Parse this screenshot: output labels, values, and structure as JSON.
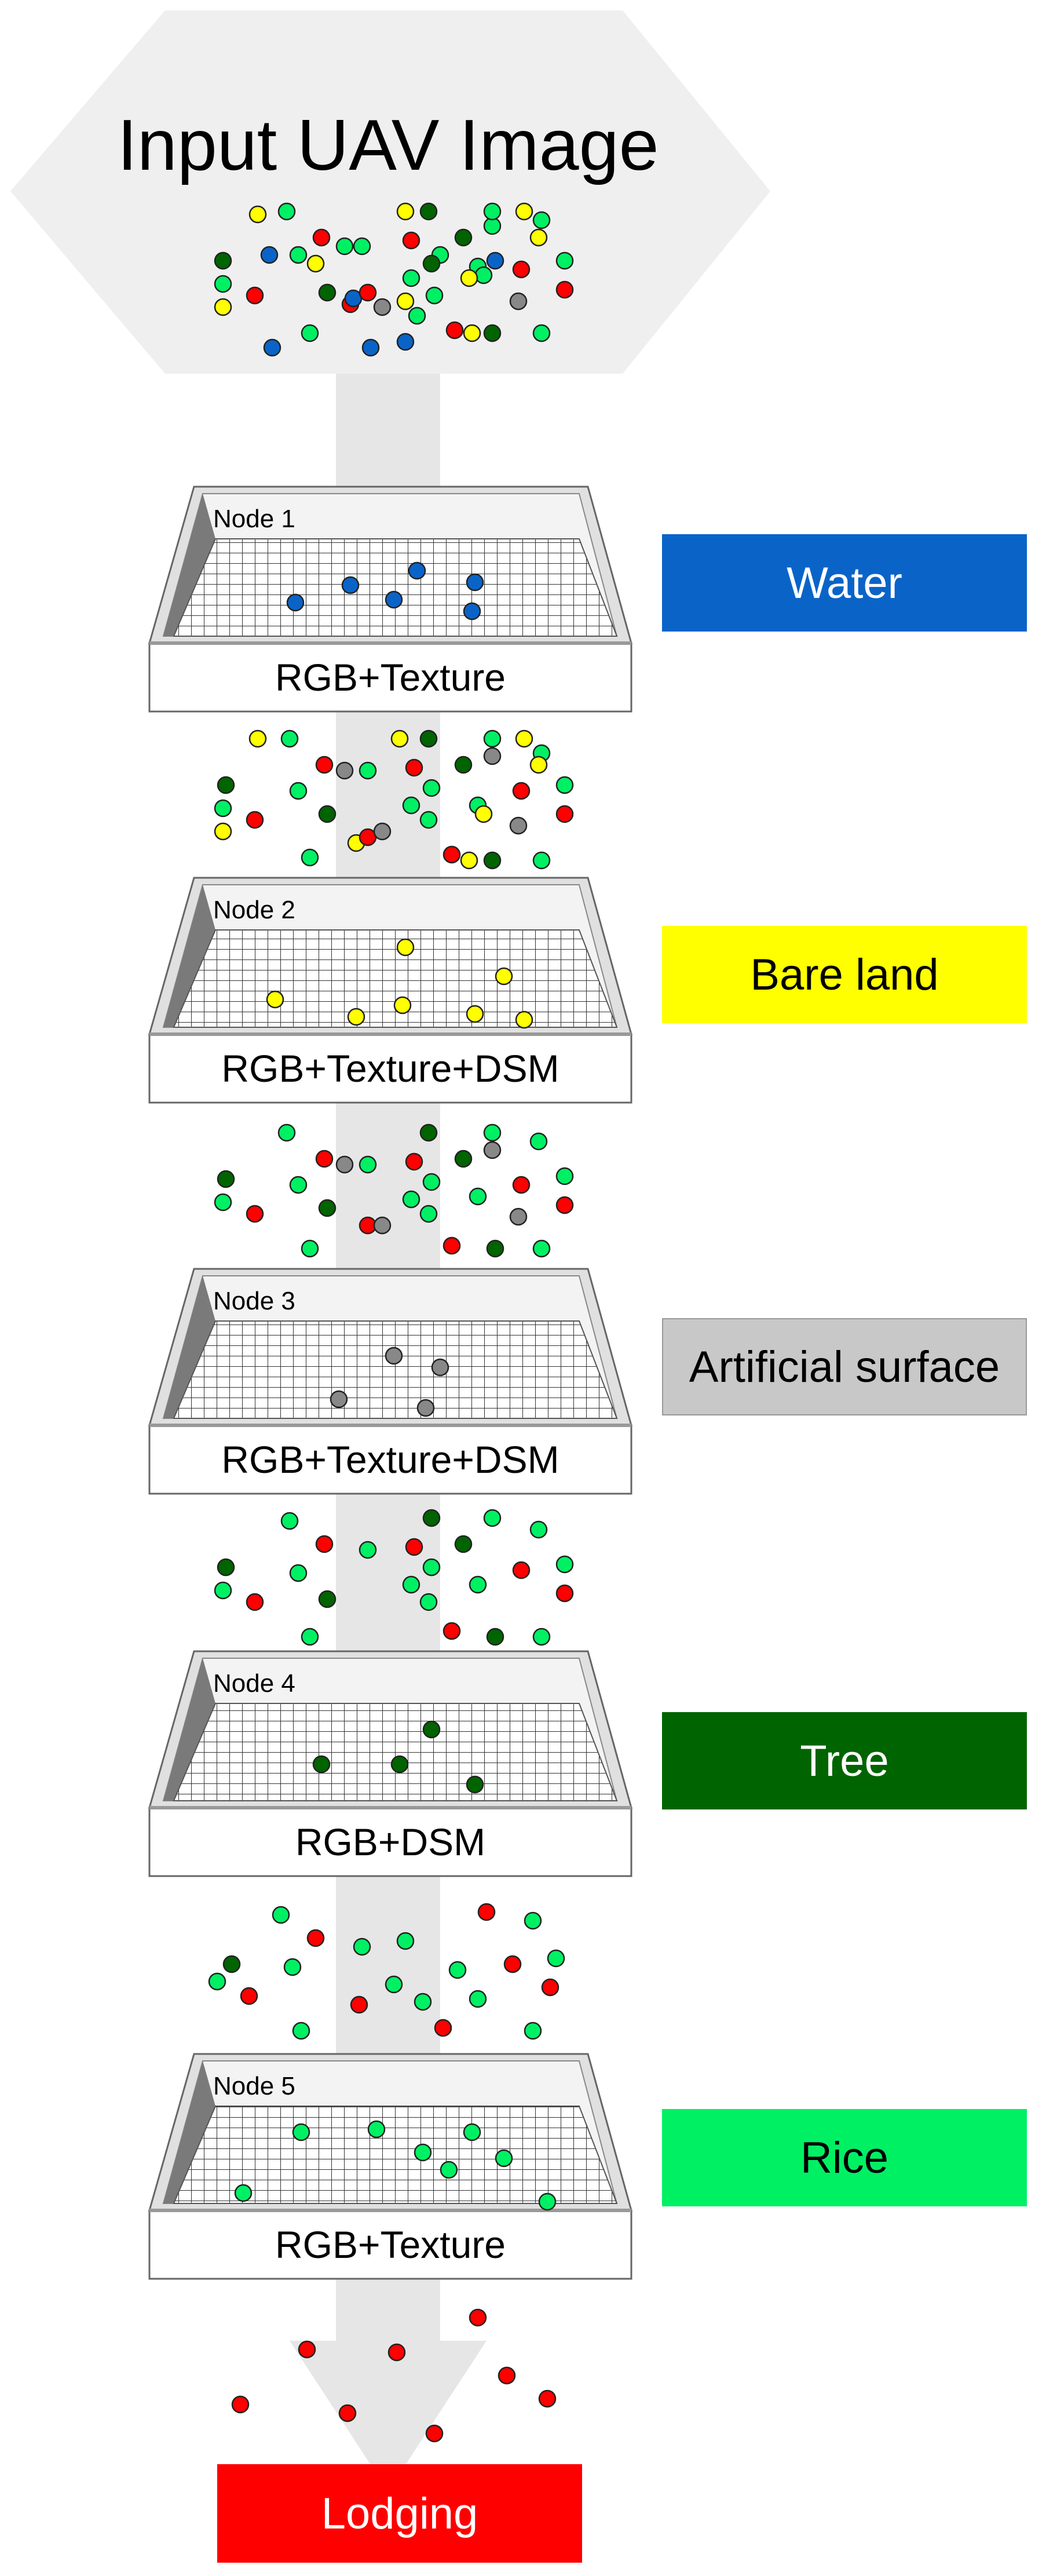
{
  "title": "Input UAV Image",
  "colors": {
    "water": "#0a64c8",
    "bare_land": "#ffff00",
    "artificial_surface": "#888888",
    "tree": "#006400",
    "rice": "#00f064",
    "lodging": "#ff0000",
    "flow_shape": "#eeeeee",
    "arrow_column": "#dcdcdc"
  },
  "nodes": [
    {
      "label": "Node 1",
      "features": "RGB+Texture",
      "class_label": "Water",
      "class_color": "#0a64c8",
      "text_color": "#ffffff"
    },
    {
      "label": "Node 2",
      "features": "RGB+Texture+DSM",
      "class_label": "Bare land",
      "class_color": "#ffff00",
      "text_color": "#000000"
    },
    {
      "label": "Node 3",
      "features": "RGB+Texture+DSM",
      "class_label": "Artificial surface",
      "class_color": "#c8c8c8",
      "text_color": "#000000"
    },
    {
      "label": "Node 4",
      "features": "RGB+DSM",
      "class_label": "Tree",
      "class_color": "#006400",
      "text_color": "#ffffff"
    },
    {
      "label": "Node 5",
      "features": "RGB+Texture",
      "class_label": "Rice",
      "class_color": "#00f064",
      "text_color": "#000000"
    }
  ],
  "final_label": "Lodging",
  "final_color": "#ff0000"
}
